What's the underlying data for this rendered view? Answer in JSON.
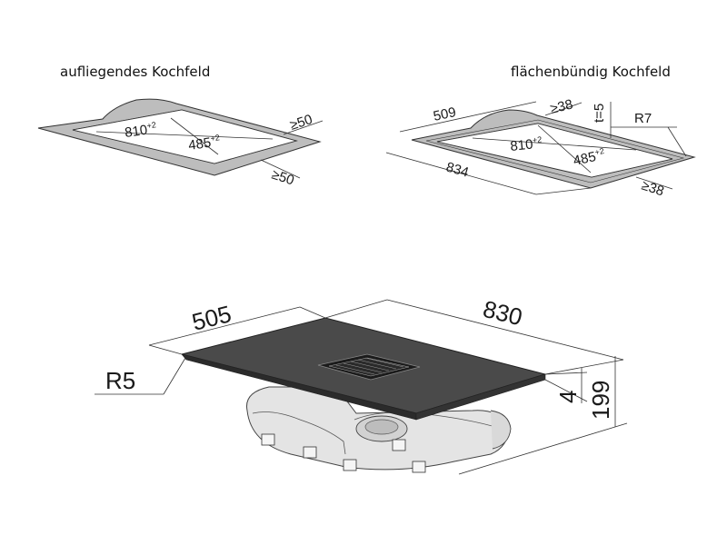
{
  "titles": {
    "left": "aufliegendes Kochfeld",
    "right": "flächenbündig Kochfeld"
  },
  "left_frame": {
    "width_cut": "810",
    "width_tol": "+2",
    "depth_cut": "485",
    "depth_tol": "+2",
    "edge_back": "≥50",
    "edge_front": "≥50"
  },
  "right_frame": {
    "overall_depth": "509",
    "overall_width": "834",
    "width_cut": "810",
    "width_tol": "+2",
    "depth_cut": "485",
    "depth_tol": "+2",
    "edge_back": "≥38",
    "edge_front": "≥38",
    "thickness": "t=5",
    "radius": "R7"
  },
  "hob": {
    "depth": "505",
    "width": "830",
    "radius": "R5",
    "glass_height": "4",
    "total_height": "199"
  }
}
